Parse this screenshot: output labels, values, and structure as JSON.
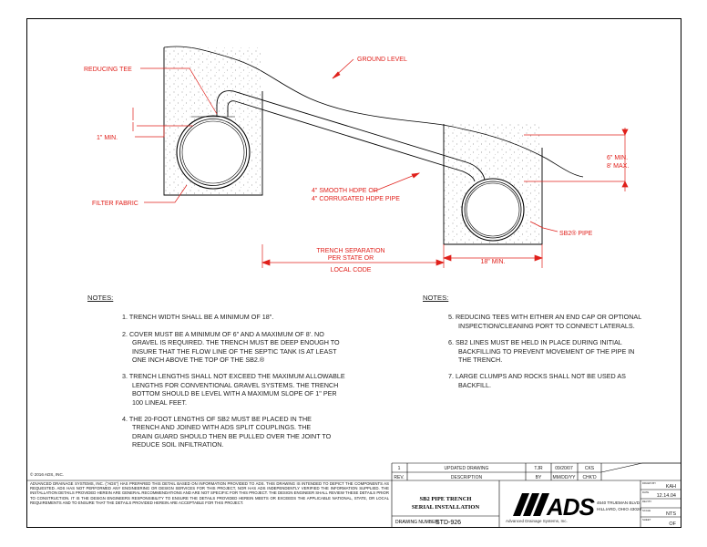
{
  "drawing": {
    "labels": {
      "ground_level": "GROUND LEVEL",
      "reducing_tee": "REDUCING TEE",
      "min_1in": "1\" MIN.",
      "filter_fabric": "FILTER FABRIC",
      "pipe_spec_1": "4\" SMOOTH HDPE OR",
      "pipe_spec_2": "4\" CORRUGATED HDPE PIPE",
      "cover_1": "6\" MIN.",
      "cover_2": "8' MAX.",
      "sb2_pipe": "SB2® PIPE",
      "trench_sep_1": "TRENCH SEPARATION",
      "trench_sep_2": "PER STATE OR",
      "trench_sep_3": "LOCAL CODE",
      "min_18in": "18\" MIN."
    }
  },
  "notes": {
    "left_heading": "NOTES:",
    "right_heading": "NOTES:",
    "left": [
      {
        "lines": [
          "1. TRENCH WIDTH SHALL BE A MINIMUM OF 18\"."
        ]
      },
      {
        "lines": [
          "2. COVER MUST BE A MINIMUM OF 6\" AND A MAXIMUM OF 8'.  NO",
          "GRAVEL IS REQUIRED.  THE TRENCH MUST BE DEEP ENOUGH TO",
          "INSURE THAT THE FLOW LINE OF THE SEPTIC TANK IS AT LEAST",
          "ONE INCH ABOVE THE TOP OF THE SB2.®"
        ]
      },
      {
        "lines": [
          "3. TRENCH LENGTHS SHALL NOT EXCEED THE MAXIMUM ALLOWABLE",
          "LENGTHS FOR CONVENTIONAL GRAVEL SYSTEMS.  THE TRENCH",
          "BOTTOM SHOULD BE LEVEL WITH A MAXIMUM SLOPE OF 1\" PER",
          "100 LINEAL FEET."
        ]
      },
      {
        "lines": [
          "4. THE 20-FOOT LENGTHS OF SB2 MUST BE PLACED IN THE",
          "TRENCH AND JOINED WITH ADS SPLIT COUPLINGS.  THE",
          "DRAIN GUARD SHOULD THEN BE PULLED OVER THE JOINT TO",
          "REDUCE SOIL INFILTRATION."
        ]
      }
    ],
    "right": [
      {
        "lines": [
          "5. REDUCING TEES WITH EITHER AN END CAP OR OPTIONAL",
          "INSPECTION/CLEANING PORT TO CONNECT LATERALS."
        ]
      },
      {
        "lines": [
          "6. SB2 LINES MUST BE HELD IN PLACE DURING INITIAL",
          "BACKFILLING TO PREVENT MOVEMENT OF THE PIPE IN",
          "THE TRENCH."
        ]
      },
      {
        "lines": [
          "7. LARGE CLUMPS AND ROCKS SHALL NOT BE USED AS",
          "BACKFILL."
        ]
      }
    ]
  },
  "footer": {
    "copyright": "© 2016 ADS, INC.",
    "disclaimer": "ADVANCED DRAINAGE SYSTEMS, INC. (\"ADS\") HAS PREPARED THIS DETAIL BASED ON INFORMATION PROVIDED TO ADS.  THIS DRAWING IS INTENDED TO DEPICT THE COMPONENTS AS REQUESTED.  ADS HAS NOT PERFORMED ANY ENGINEERING OR DESIGN SERVICES FOR THIS PROJECT, NOR HAS ADS INDEPENDENTLY VERIFIED THE INFORMATION SUPPLIED.  THE INSTALLATION DETAILS PROVIDED HEREIN ARE GENERAL RECOMMENDATIONS AND ARE NOT SPECIFIC FOR THIS PROJECT.  THE DESIGN ENGINEER SHALL REVIEW THESE DETAILS PRIOR TO CONSTRUCTION.  IT IS THE DESIGN ENGINEERS RESPONSIBILITY TO ENSURE THE DETAILS PROVIDED HEREIN MEETS OR EXCEEDS THE APPLICABLE NATIONAL, STATE, OR LOCAL REQUIREMENTS AND TO ENSURE THAT THE DETAILS PROVIDED HEREIN ARE ACCEPTABLE FOR THIS PROJECT.",
    "revision": {
      "number": "1",
      "description": "UPDATED DRAWING",
      "by": "TJR",
      "date": "09/20/07",
      "checked": "CKS",
      "hdr_rev": "REV.",
      "hdr_desc": "DESCRIPTION",
      "hdr_by": "BY",
      "hdr_date": "MM/DD/YY",
      "hdr_chkd": "CHK'D"
    },
    "title_1": "SB2 PIPE TRENCH",
    "title_2": "SERIAL INSTALLATION",
    "drawing_number_label": "DRAWING NUMBER:",
    "drawing_number": "STD-926",
    "logo_text": "ADS",
    "company": "Advanced Drainage Systems, Inc.",
    "address_1": "4640 TRUEMAN BLVD.",
    "address_2": "HILLIARD, OHIO 43026",
    "drawn_by_label": "DRAWN BY",
    "drawn_by": "KAH",
    "date_label": "DATE",
    "date": "12.14.04",
    "checked_label": "REV BY",
    "scale_label": "SCALE",
    "scale": "NTS",
    "sheet_label": "SHEET",
    "sheet": "OF"
  }
}
